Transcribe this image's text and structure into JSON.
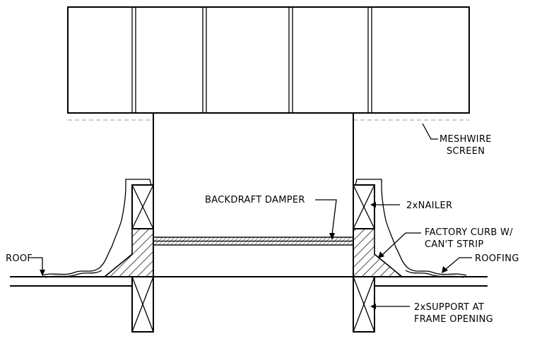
{
  "labels": {
    "meshwire_line1": "MESHWIRE",
    "meshwire_line2": "SCREEN",
    "backdraft": "BACKDRAFT DAMPER",
    "nailer": "2xNAILER",
    "curb_line1": "FACTORY CURB W/",
    "curb_line2": "CAN'T STRIP",
    "roof": "ROOF",
    "roofing": "ROOFING",
    "support_line1": "2xSUPPORT AT",
    "support_line2": "FRAME OPENING"
  },
  "colors": {
    "line": "#000000",
    "screen_dash": "#999999",
    "background": "#ffffff"
  }
}
